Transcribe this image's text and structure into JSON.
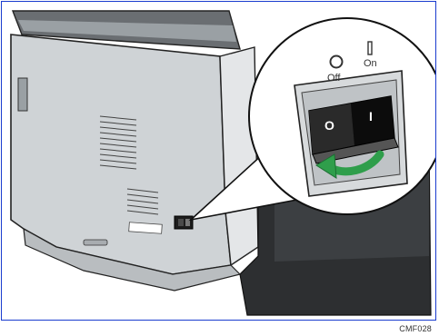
{
  "figure": {
    "caption_code": "CMF028",
    "switch_labels": {
      "off_symbol": "O",
      "off_text": "Off",
      "on_symbol": "|",
      "on_text": "On"
    },
    "rocker": {
      "off_side": "O",
      "on_side": "I"
    }
  },
  "colors": {
    "frame_border": "#1a3ccf",
    "printer_body": "#cfd3d6",
    "arrow": "#2f9e4b"
  }
}
